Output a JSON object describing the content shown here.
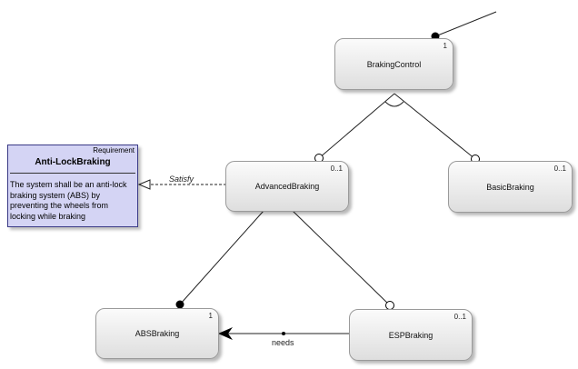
{
  "requirement": {
    "stereotype": "Requirement",
    "name": "Anti-LockBraking",
    "text": "The system shall be an anti-lock braking system (ABS) by preventing the wheels from locking while braking"
  },
  "features": {
    "braking_control": {
      "name": "BrakingControl",
      "multiplicity": "1"
    },
    "advanced_braking": {
      "name": "AdvancedBraking",
      "multiplicity": "0..1"
    },
    "basic_braking": {
      "name": "BasicBraking",
      "multiplicity": "0..1"
    },
    "abs_braking": {
      "name": "ABSBraking",
      "multiplicity": "1"
    },
    "esp_braking": {
      "name": "ESPBraking",
      "multiplicity": "0..1"
    }
  },
  "relations": {
    "satisfy_label": "Satisfy",
    "needs_label": "needs"
  }
}
